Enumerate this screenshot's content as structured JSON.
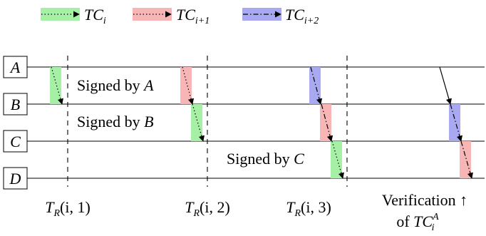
{
  "legend": [
    {
      "tc": "TC",
      "sub": "i",
      "style": "dotted",
      "color": "#a6f0a6"
    },
    {
      "tc": "TC",
      "sub": "i+1",
      "style": "dotted",
      "color": "#f7b5b5"
    },
    {
      "tc": "TC",
      "sub": "i+2",
      "style": "dashdot",
      "color": "#a9a9f2"
    }
  ],
  "nodes": [
    "A",
    "B",
    "C",
    "D"
  ],
  "annotations": {
    "signed_a": {
      "text": "Signed by ",
      "var": "A"
    },
    "signed_b": {
      "text": "Signed by ",
      "var": "B"
    },
    "signed_c": {
      "text": "Signed by ",
      "var": "C"
    }
  },
  "rounds": [
    {
      "t": "T",
      "sub": "R",
      "args": "(i, 1)"
    },
    {
      "t": "T",
      "sub": "R",
      "args": "(i, 2)"
    },
    {
      "t": "T",
      "sub": "R",
      "args": "(i, 3)"
    }
  ],
  "verification": {
    "line1": "Verification ↑",
    "line2_prefix": "of ",
    "tc": "TC",
    "sup": "A",
    "sub": "i"
  },
  "colors": {
    "green": "#a6f0a6",
    "red": "#f7b5b5",
    "blue": "#a9a9f2"
  }
}
